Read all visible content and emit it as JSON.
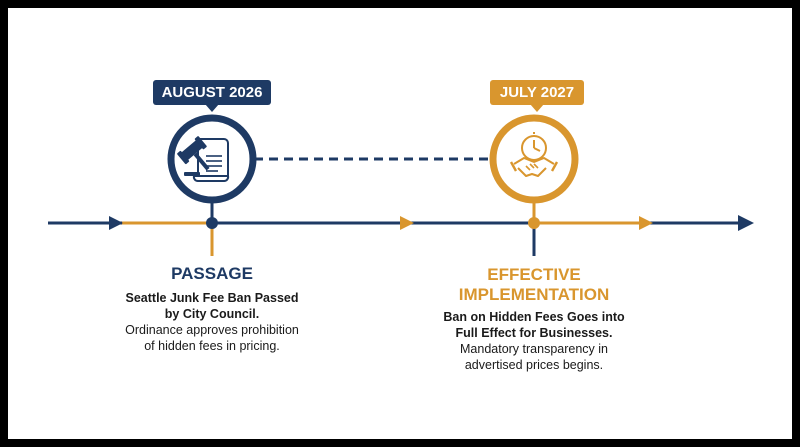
{
  "colors": {
    "navy": "#1e3a64",
    "gold": "#d9962e",
    "background": "#ffffff",
    "frame": "#000000"
  },
  "milestones": [
    {
      "date": "AUGUST 2026",
      "title": "PASSAGE",
      "headline_line1": "Seattle Junk Fee Ban Passed",
      "headline_line2": "by City Council.",
      "detail_line1": "Ordinance approves prohibition",
      "detail_line2": "of hidden fees in pricing.",
      "icon": "gavel-document-icon",
      "color": "navy"
    },
    {
      "date": "JULY 2027",
      "title_line1": "EFFECTIVE",
      "title_line2": "IMPLEMENTATION",
      "headline_line1": "Ban on Hidden Fees Goes into",
      "headline_line2": "Full Effect for Businesses.",
      "detail_line1": "Mandatory transparency in",
      "detail_line2": "advertised prices begins.",
      "icon": "clock-handshake-icon",
      "color": "gold"
    }
  ]
}
